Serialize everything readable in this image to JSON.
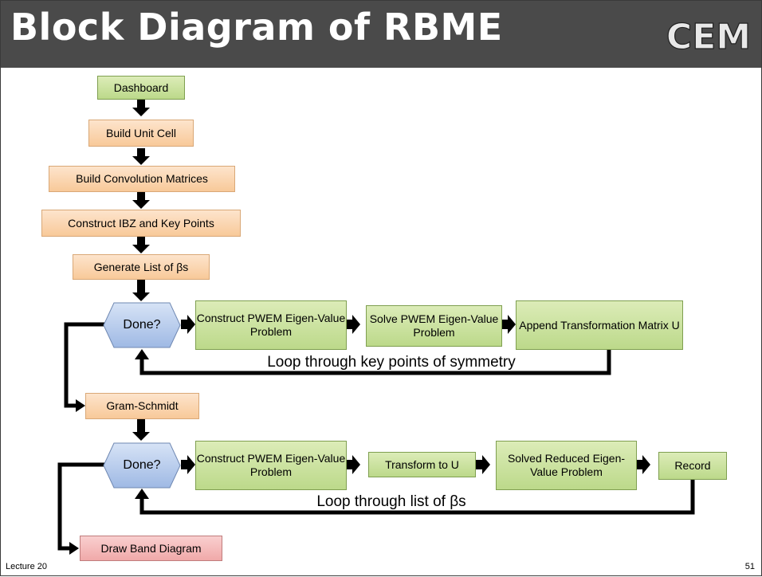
{
  "header": {
    "title": "Block Diagram of RBME",
    "logo_text": "CEM"
  },
  "colors": {
    "header_bg": "#4a4a4a",
    "setup_box": "#f8c999",
    "solver_box": "#bcd98a",
    "output_box": "#f0a9a9",
    "decision_box": "#b9cdef",
    "arrow": "#000000"
  },
  "flow": {
    "dashboard": "Dashboard",
    "build_unit_cell": "Build Unit Cell",
    "build_convolution": "Build Convolution Matrices",
    "construct_ibz": "Construct IBZ and Key Points",
    "generate_list": "Generate List of βs",
    "done_1": "Done?",
    "construct_pwem_1": "Construct PWEM Eigen-Value Problem",
    "solve_pwem": "Solve PWEM Eigen-Value Problem",
    "append_matrix": "Append Transformation Matrix U",
    "loop_1": "Loop through key points of symmetry",
    "gram_schmidt": "Gram-Schmidt",
    "done_2": "Done?",
    "construct_pwem_2": "Construct PWEM Eigen-Value Problem",
    "transform_u": "Transform to U",
    "solved_reduced": "Solved Reduced Eigen-Value Problem",
    "record": "Record",
    "loop_2": "Loop through list of βs",
    "draw_band": "Draw Band Diagram"
  },
  "footer": {
    "lecture": "Lecture 20",
    "page": "51"
  }
}
